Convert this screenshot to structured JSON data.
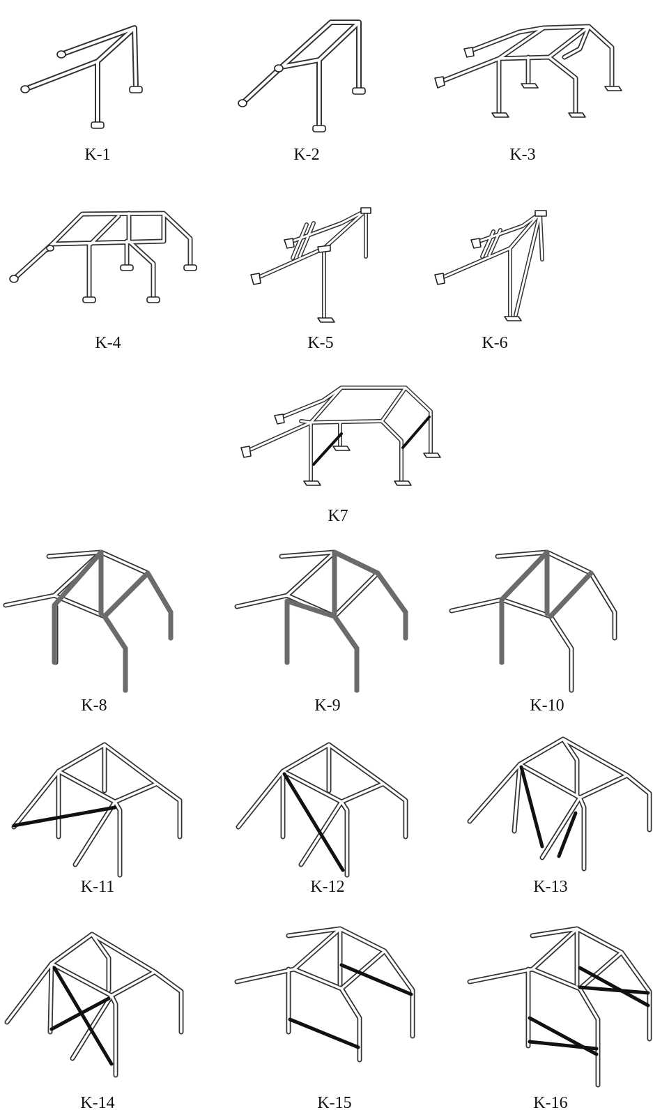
{
  "figures": [
    {
      "id": "K-1",
      "label": "K-1"
    },
    {
      "id": "K-2",
      "label": "K-2"
    },
    {
      "id": "K-3",
      "label": "K-3"
    },
    {
      "id": "K-4",
      "label": "K-4"
    },
    {
      "id": "K-5",
      "label": "K-5"
    },
    {
      "id": "K-6",
      "label": "K-6"
    },
    {
      "id": "K7",
      "label": "K7"
    },
    {
      "id": "K-8",
      "label": "K-8"
    },
    {
      "id": "K-9",
      "label": "K-9"
    },
    {
      "id": "K-10",
      "label": "K-10"
    },
    {
      "id": "K-11",
      "label": "K-11"
    },
    {
      "id": "K-12",
      "label": "K-12"
    },
    {
      "id": "K-13",
      "label": "K-13"
    },
    {
      "id": "K-14",
      "label": "K-14"
    },
    {
      "id": "K-15",
      "label": "K-15"
    },
    {
      "id": "K-16",
      "label": "K-16"
    }
  ],
  "colors": {
    "tube_outline": "#333333",
    "tube_fill": "#ffffff",
    "highlight_gray": "#6b6b6b",
    "brace_black": "#111111"
  }
}
